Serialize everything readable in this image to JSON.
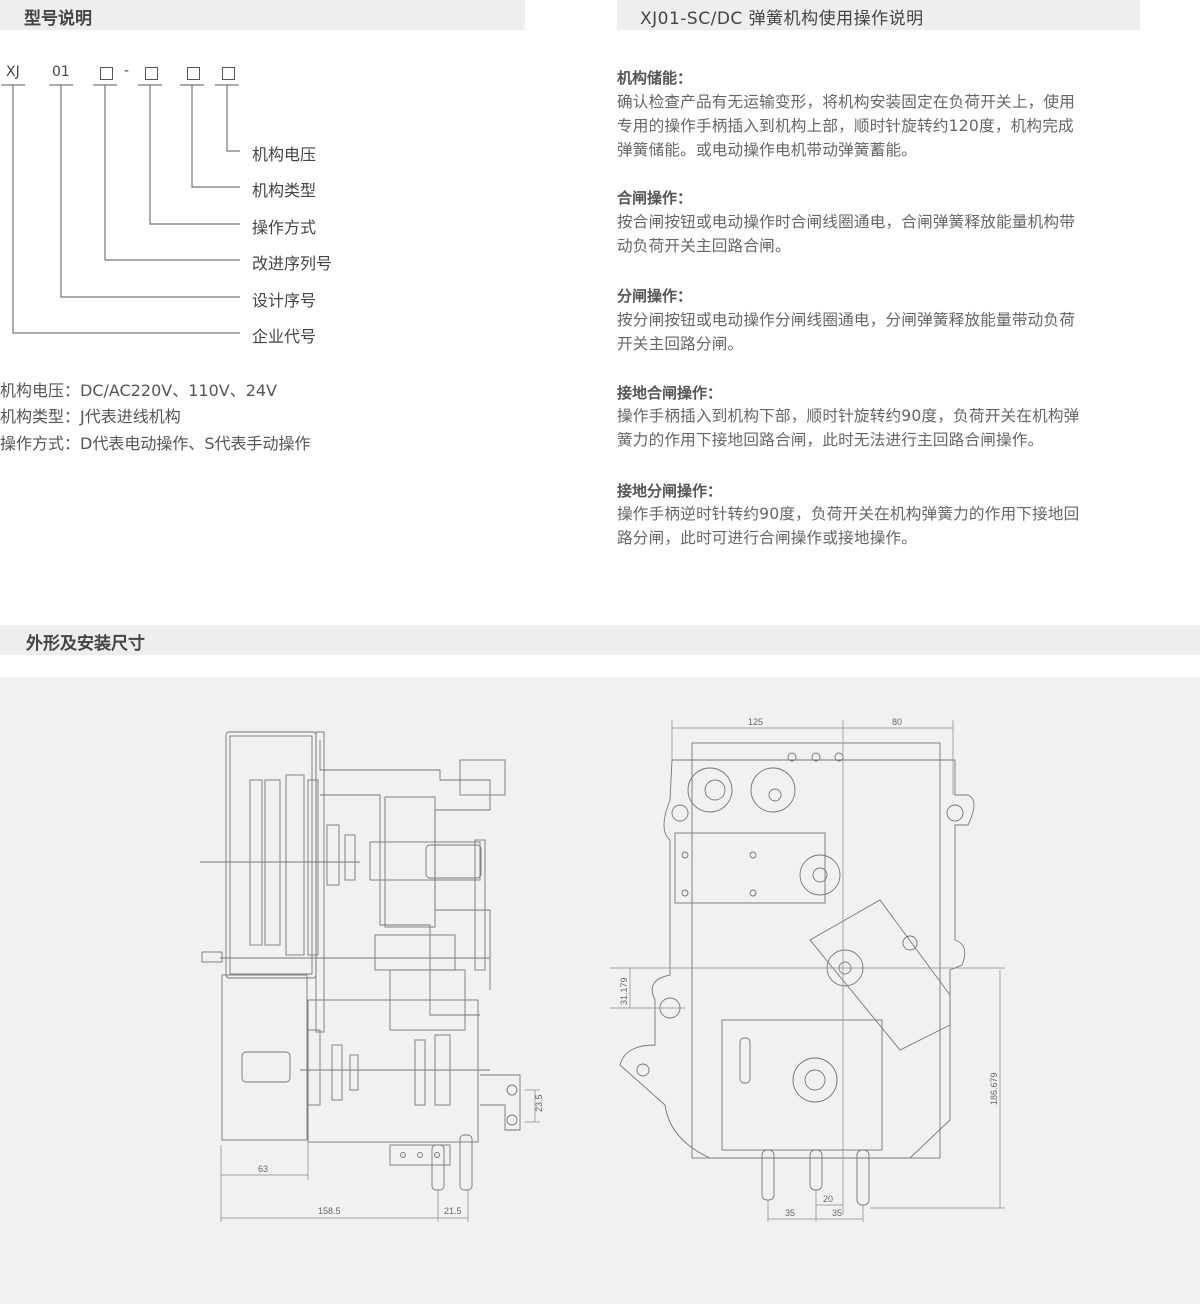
{
  "sections": {
    "model": "型号说明",
    "usage": "XJ01-SC/DC 弹簧机构使用操作说明",
    "dimensions": "外形及安装尺寸"
  },
  "model_code": {
    "parts": [
      "XJ",
      "01",
      "-"
    ],
    "labels": [
      "机构电压",
      "机构类型",
      "操作方式",
      "改进序列号",
      "设计序号",
      "企业代号"
    ]
  },
  "specs": [
    "机构电压：DC/AC220V、110V、24V",
    "机构类型：J代表进线机构",
    "操作方式：D代表电动操作、S代表手动操作"
  ],
  "operations": [
    {
      "title": "机构储能：",
      "lines": [
        "确认检查产品有无运输变形，将机构安装固定在负荷开关上，使用",
        "专用的操作手柄插入到机构上部，顺时针旋转约120度，机构完成",
        "弹簧储能。或电动操作电机带动弹簧蓄能。"
      ]
    },
    {
      "title": "合闸操作：",
      "lines": [
        "按合闸按钮或电动操作时合闸线圈通电，合闸弹簧释放能量机构带",
        "动负荷开关主回路合闸。"
      ]
    },
    {
      "title": "分闸操作：",
      "lines": [
        "按分闸按钮或电动操作分闸线圈通电，分闸弹簧释放能量带动负荷",
        "开关主回路分闸。"
      ]
    },
    {
      "title": "接地合闸操作：",
      "lines": [
        "操作手柄插入到机构下部，顺时针旋转约90度，负荷开关在机构弹",
        "簧力的作用下接地回路合闸，此时无法进行主回路合闸操作。"
      ]
    },
    {
      "title": "接地分闸操作：",
      "lines": [
        "操作手柄逆时针转约90度，负荷开关在机构弹簧力的作用下接地回",
        "路分闸，此时可进行合闸操作或接地操作。"
      ]
    }
  ],
  "side_view_dims": {
    "d63": "63",
    "d158": "158.5",
    "d21": "21.5",
    "d23": "23.5"
  },
  "front_view_dims": {
    "d125": "125",
    "d80": "80",
    "d31": "31.179",
    "d186": "186.679",
    "d20": "20",
    "d35a": "35",
    "d35b": "35"
  }
}
